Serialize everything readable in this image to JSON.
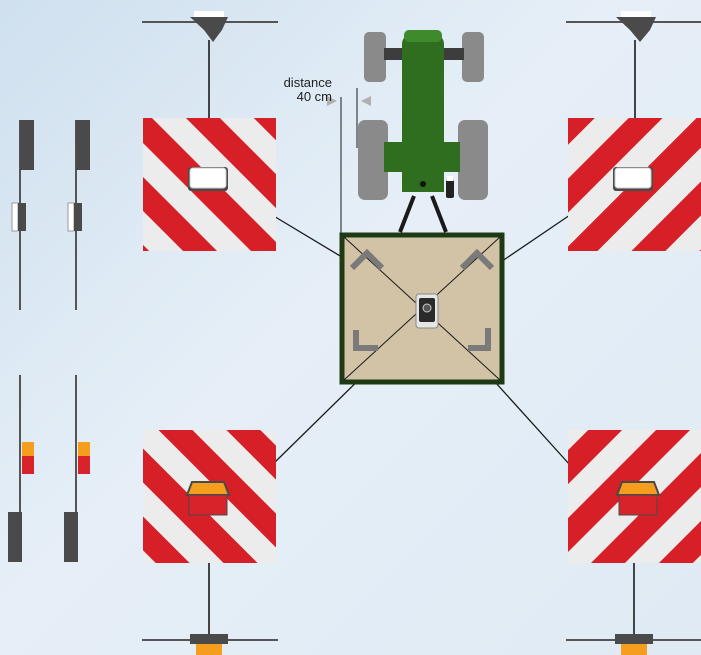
{
  "annotation": {
    "title": "distance",
    "value": "40 cm"
  },
  "colors": {
    "stripe_red": "#d61f26",
    "stripe_white": "#ececec",
    "panel_tan": "#d2c3a6",
    "panel_border": "#1e3a14",
    "tractor_green": "#2f6e1e",
    "tyre_gray": "#8a8a8a",
    "light_orange": "#f59e1d",
    "light_red": "#d8232a",
    "dark_gray": "#4a4a4a"
  },
  "icons": {
    "panel": "central-mounting-panel",
    "sign": "red-white-warning-board",
    "light_white": "white-marker-light",
    "light_tail": "orange-red-tail-light",
    "camera": "center-camera"
  }
}
